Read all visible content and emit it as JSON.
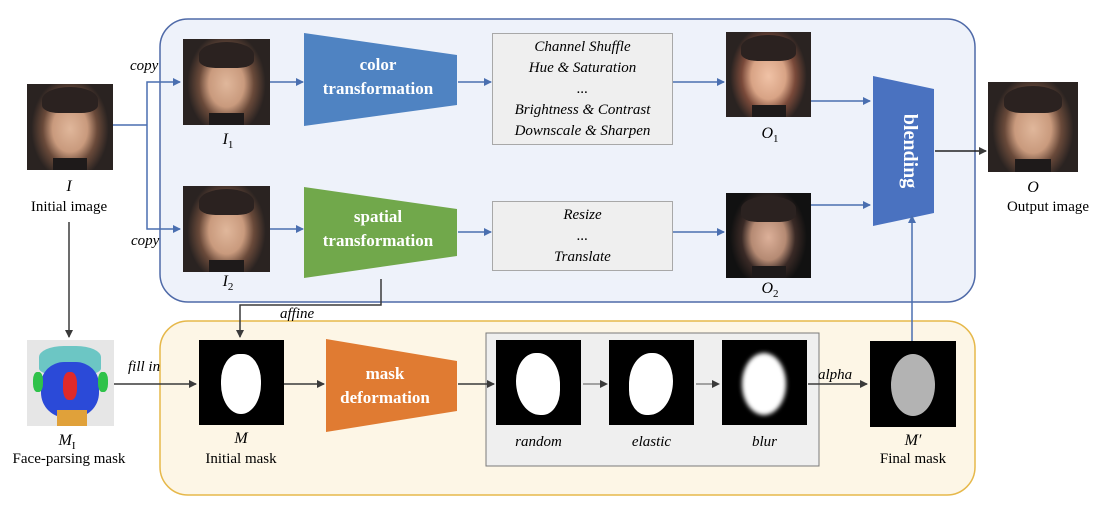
{
  "left": {
    "copy_top": "copy",
    "copy_bottom": "copy",
    "input_symbol": "I",
    "input_caption": "Initial image",
    "mask_symbol": "M",
    "mask_symbol_sub": "I",
    "mask_caption": "Face-parsing mask",
    "fill_in": "fill in"
  },
  "top_branch": {
    "img1_symbol": "I",
    "img1_sub": "1",
    "color_line1": "color",
    "color_line2": "transformation",
    "ops": [
      "Channel Shuffle",
      "Hue & Saturation",
      "...",
      "Brightness  & Contrast",
      "Downscale  &  Sharpen"
    ],
    "out1_symbol": "O",
    "out1_sub": "1"
  },
  "mid_branch": {
    "img2_symbol": "I",
    "img2_sub": "2",
    "spatial_line1": "spatial",
    "spatial_line2": "transformation",
    "ops": [
      "Resize",
      "...",
      "Translate"
    ],
    "out2_symbol": "O",
    "out2_sub": "2",
    "affine": "affine"
  },
  "blend": {
    "label": "blending",
    "output_symbol": "O",
    "output_caption": "Output image"
  },
  "mask_branch": {
    "init_symbol": "M",
    "init_caption": "Initial mask",
    "deform_line1": "mask",
    "deform_line2": "deformation",
    "steps": [
      "random",
      "elastic",
      "blur"
    ],
    "alpha": "alpha",
    "final_symbol": "M′",
    "final_caption": "Final mask"
  },
  "colors": {
    "color_block": "#4f83c2",
    "spatial_block": "#71a84b",
    "mask_block": "#e07b32",
    "blend_block": "#4a72c0",
    "top_panel_bg": "#eef2fa",
    "top_panel_border": "#4f6aa8",
    "bottom_panel_bg": "#fdf6e6",
    "bottom_panel_border": "#e6b84a",
    "arrow_blue": "#4a6fb0",
    "arrow_dark": "#3a3a3a"
  }
}
